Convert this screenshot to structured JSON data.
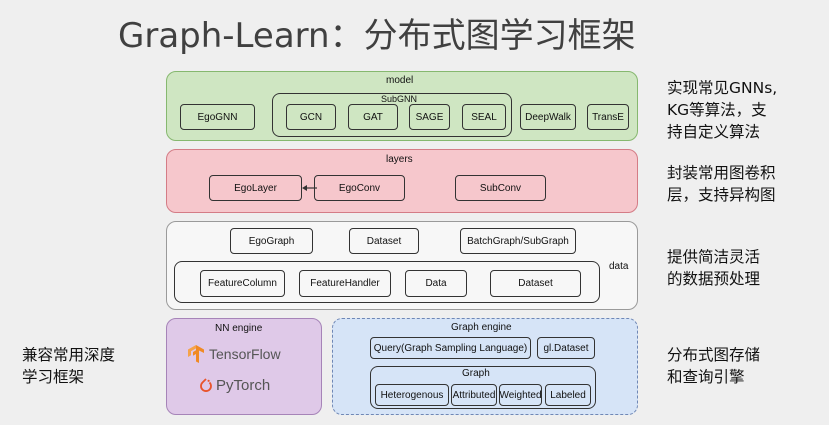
{
  "title": "Graph-Learn：分布式图学习框架",
  "model": {
    "label": "model",
    "subgnn_label": "SubGNN",
    "items": {
      "egognn": "EgoGNN",
      "gcn": "GCN",
      "gat": "GAT",
      "sage": "SAGE",
      "seal": "SEAL",
      "deepwalk": "DeepWalk",
      "transe": "TransE"
    }
  },
  "layers": {
    "label": "layers",
    "items": {
      "egolayer": "EgoLayer",
      "egoconv": "EgoConv",
      "subconv": "SubConv"
    }
  },
  "data": {
    "label": "data",
    "row1": {
      "egograph": "EgoGraph",
      "dataset": "Dataset",
      "batchgraph": "BatchGraph/SubGraph"
    },
    "row2": {
      "featurecolumn": "FeatureColumn",
      "featurehandler": "FeatureHandler",
      "data": "Data",
      "dataset": "Dataset"
    }
  },
  "nn_engine": {
    "label": "NN engine",
    "tensorflow": "TensorFlow",
    "pytorch": "PyTorch"
  },
  "graph_engine": {
    "label": "Graph engine",
    "query": "Query(Graph Sampling Language)",
    "gl_dataset": "gl.Dataset",
    "graph_label": "Graph",
    "graph_items": {
      "heterogenous": "Heterogenous",
      "attributed": "Attributed",
      "weighted": "Weighted",
      "labeled": "Labeled"
    }
  },
  "notes": {
    "model": [
      "实现常见GNNs,",
      "KG等算法，支",
      "持自定义算法"
    ],
    "layers": [
      "封装常用图卷积",
      "层，支持异构图"
    ],
    "data": [
      "提供简洁灵活",
      "的数据预处理"
    ],
    "engine_left": [
      "兼容常用深度",
      "学习框架"
    ],
    "engine_right": [
      "分布式图存储",
      "和查询引擎"
    ]
  },
  "colors": {
    "model_bg": "#cfe6c2",
    "layers_bg": "#f6c7cc",
    "data_bg": "#f7f7f7",
    "nn_bg": "#dfc9e8",
    "graph_engine_bg": "#d6e4f7",
    "tensorflow_orange": "#f08a24",
    "pytorch_orange": "#e8542c"
  }
}
